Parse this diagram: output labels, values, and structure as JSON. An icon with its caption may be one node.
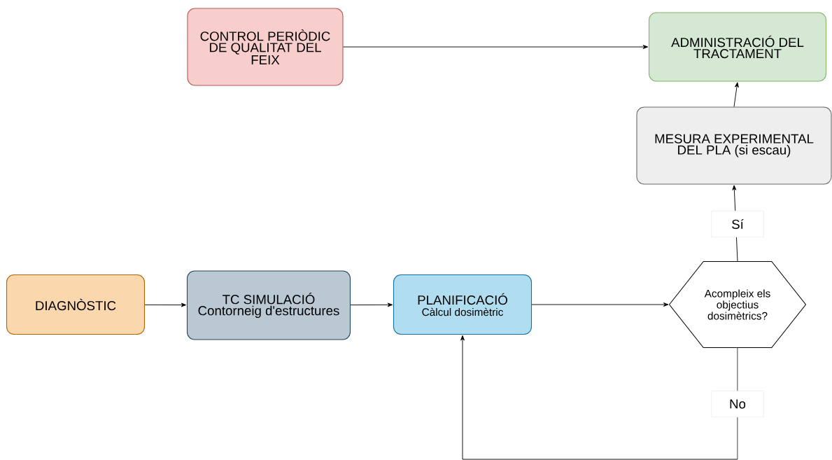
{
  "diagram": {
    "nodes": [
      {
        "text": [
          "CONTROL PERIÒDIC DE QUALITAT DEL FEIX"
        ]
      },
      {
        "text": [
          "ADMINISTRACIÓ DEL TRACTAMENT"
        ]
      },
      {
        "text": [
          "MESURA EXPERIMENTAL DEL PLA (si escau)"
        ]
      },
      {
        "text": [
          "DIAGNÒSTIC"
        ]
      },
      {
        "text": [
          "TC SIMULACIÓ",
          "Contorneig d'estructures"
        ]
      },
      {
        "text": [
          "PLANIFICACIÓ",
          "Càlcul dosimètric"
        ]
      },
      {
        "text": [
          "Acompleix els objectius dosimètrics?"
        ]
      }
    ],
    "edges": [
      {
        "from": 0,
        "to": 1,
        "arrow": "to"
      },
      {
        "from": 2,
        "to": 1,
        "arrow": "to"
      },
      {
        "from": 6,
        "to": 2,
        "arrow": "to",
        "label": "Sí"
      },
      {
        "from": 3,
        "to": 4,
        "arrow": "to"
      },
      {
        "from": 4,
        "to": 5,
        "arrow": "to"
      },
      {
        "from": 5,
        "to": 6,
        "arrow": "to"
      },
      {
        "from": 6,
        "to": 5,
        "arrow": "to",
        "label": "No"
      }
    ]
  }
}
